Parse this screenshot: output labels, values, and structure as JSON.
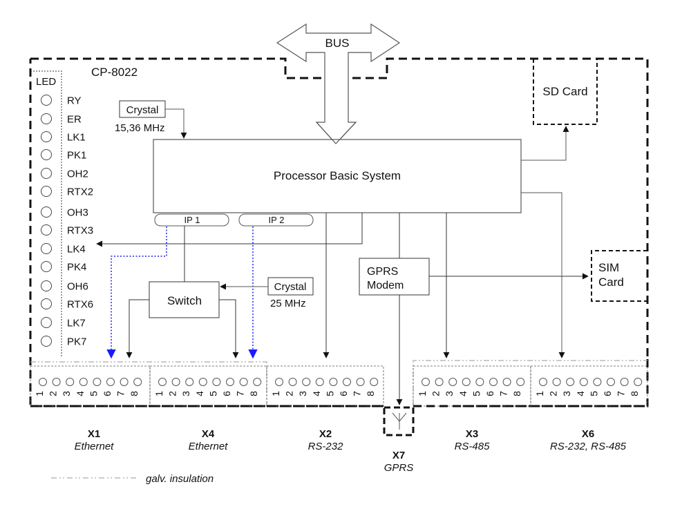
{
  "device": {
    "title": "CP-8022"
  },
  "bus": {
    "label": "BUS"
  },
  "led_panel": {
    "header": "LED",
    "leds": [
      "RY",
      "ER",
      "LK1",
      "PK1",
      "OH2",
      "RTX2",
      "OH3",
      "RTX3",
      "LK4",
      "PK4",
      "OH6",
      "RTX6",
      "LK7",
      "PK7"
    ]
  },
  "blocks": {
    "processor": "Processor Basic System",
    "crystal1": {
      "label": "Crystal",
      "freq": "15,36 MHz"
    },
    "crystal2": {
      "label": "Crystal",
      "freq": "25 MHz"
    },
    "ip1": "IP 1",
    "ip2": "IP 2",
    "switch": "Switch",
    "gprs_modem": [
      "GPRS",
      "Modem"
    ],
    "sd_card": "SD Card",
    "sim_card": [
      "SIM",
      "Card"
    ]
  },
  "connectors": [
    {
      "id": "X1",
      "type": "Ethernet",
      "pins": [
        "1",
        "2",
        "3",
        "4",
        "5",
        "6",
        "7",
        "8"
      ]
    },
    {
      "id": "X4",
      "type": "Ethernet",
      "pins": [
        "1",
        "2",
        "3",
        "4",
        "5",
        "6",
        "7",
        "8"
      ]
    },
    {
      "id": "X2",
      "type": "RS-232",
      "pins": [
        "1",
        "2",
        "3",
        "4",
        "5",
        "6",
        "7",
        "8"
      ]
    },
    {
      "id": "X7",
      "type": "GPRS",
      "pins": []
    },
    {
      "id": "X3",
      "type": "RS-485",
      "pins": [
        "1",
        "2",
        "3",
        "4",
        "5",
        "6",
        "7",
        "8"
      ]
    },
    {
      "id": "X6",
      "type": "RS-232, RS-485",
      "pins": [
        "1",
        "2",
        "3",
        "4",
        "5",
        "6",
        "7",
        "8"
      ]
    }
  ],
  "legend": {
    "label": "galv. insulation"
  },
  "colors": {
    "line": "#333333",
    "dashed": "#111111",
    "insulation": "#aaaaaa",
    "ethernet_link": "#1a1aff"
  }
}
